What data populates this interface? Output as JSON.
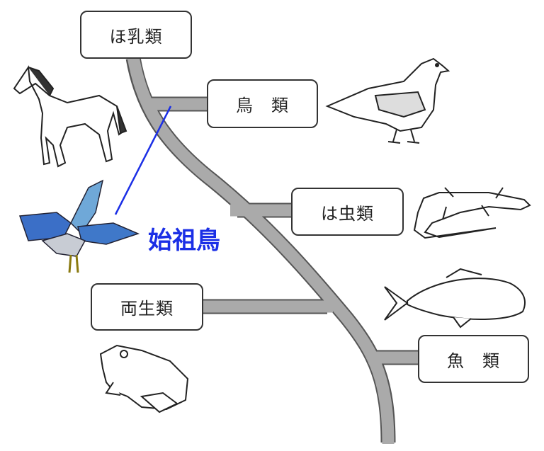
{
  "groups": {
    "mammals": "ほ乳類",
    "birds": "鳥　類",
    "reptiles": "は虫類",
    "amphibians": "両生類",
    "fish": "魚　類"
  },
  "archaeopteryx": "始祖鳥",
  "colors": {
    "trunk": "#a9a9a9",
    "outline": "#555555",
    "accent": "#1b2fe6"
  }
}
